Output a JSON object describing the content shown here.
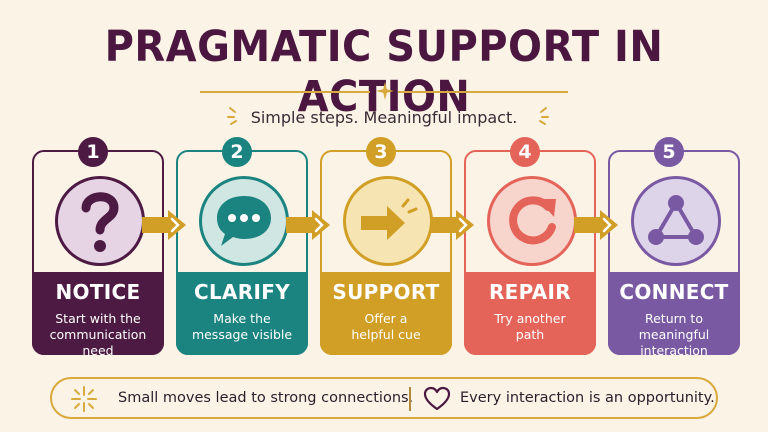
{
  "title": "PRAGMATIC SUPPORT IN ACTION",
  "subtitle": "Simple steps. Meaningful impact.",
  "colors": {
    "background": "#fbf4e6",
    "gold": "#d8a93c",
    "plum": "#4b1740"
  },
  "steps": [
    {
      "number": "1",
      "title": "NOTICE",
      "desc_line1": "Start with the",
      "desc_line2": "communication need",
      "desc_line3": "",
      "icon": "question-mark-icon",
      "color": "#4d1a43",
      "light": "#e6d3e4"
    },
    {
      "number": "2",
      "title": "CLARIFY",
      "desc_line1": "Make the",
      "desc_line2": "message visible",
      "desc_line3": "",
      "icon": "speech-bubble-icon",
      "color": "#1b8380",
      "light": "#cfe6e2"
    },
    {
      "number": "3",
      "title": "SUPPORT",
      "desc_line1": "Offer a",
      "desc_line2": "helpful cue",
      "desc_line3": "",
      "icon": "arrow-cue-icon",
      "color": "#d19e26",
      "light": "#f6e5b3"
    },
    {
      "number": "4",
      "title": "REPAIR",
      "desc_line1": "Try another",
      "desc_line2": "path",
      "desc_line3": "",
      "icon": "retry-arrow-icon",
      "color": "#e4645a",
      "light": "#f8d5cc"
    },
    {
      "number": "5",
      "title": "CONNECT",
      "desc_line1": "Return to",
      "desc_line2": "meaningful",
      "desc_line3": "interaction",
      "icon": "network-triangle-icon",
      "color": "#7a59a3",
      "light": "#ddd4ea"
    }
  ],
  "footer": {
    "left_text": "Small moves lead to strong connections.",
    "right_text": "Every interaction is an opportunity.",
    "left_icon": "sparkle-icon",
    "right_icon": "heart-icon"
  }
}
